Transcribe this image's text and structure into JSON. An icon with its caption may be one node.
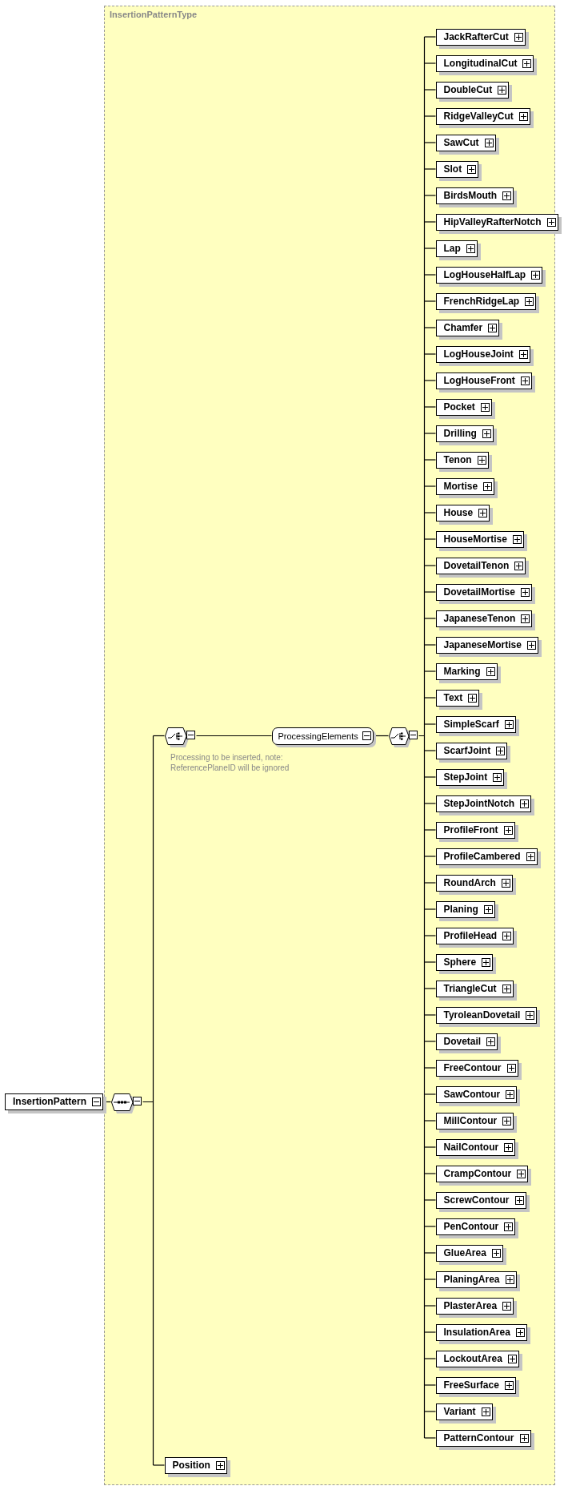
{
  "diagram": {
    "nodes": [
      {
        "text": [
          "InsertionPattern"
        ]
      },
      {
        "text": [
          "InsertionPatternType"
        ]
      },
      {
        "text": [],
        "shape": "octagon",
        "in": 1
      },
      {
        "text": [],
        "shape": "octagon",
        "in": 1,
        "beside": [
          "Processing to be inserted, note: ReferencePlaneID will be ignored"
        ]
      },
      {
        "text": [
          "ProcessingElements"
        ],
        "in": 1
      },
      {
        "text": [],
        "shape": "octagon",
        "in": 1
      },
      {
        "text": [
          "JackRafterCut"
        ],
        "in": 1
      },
      {
        "text": [
          "LongitudinalCut"
        ],
        "in": 1
      },
      {
        "text": [
          "DoubleCut"
        ],
        "in": 1
      },
      {
        "text": [
          "RidgeValleyCut"
        ],
        "in": 1
      },
      {
        "text": [
          "SawCut"
        ],
        "in": 1
      },
      {
        "text": [
          "Slot"
        ],
        "in": 1
      },
      {
        "text": [
          "BirdsMouth"
        ],
        "in": 1
      },
      {
        "text": [
          "HipValleyRafterNotch"
        ],
        "in": 1
      },
      {
        "text": [
          "Lap"
        ],
        "in": 1
      },
      {
        "text": [
          "LogHouseHalfLap"
        ],
        "in": 1
      },
      {
        "text": [
          "FrenchRidgeLap"
        ],
        "in": 1
      },
      {
        "text": [
          "Chamfer"
        ],
        "in": 1
      },
      {
        "text": [
          "LogHouseJoint"
        ],
        "in": 1
      },
      {
        "text": [
          "LogHouseFront"
        ],
        "in": 1
      },
      {
        "text": [
          "Pocket"
        ],
        "in": 1
      },
      {
        "text": [
          "Drilling"
        ],
        "in": 1
      },
      {
        "text": [
          "Tenon"
        ],
        "in": 1
      },
      {
        "text": [
          "Mortise"
        ],
        "in": 1
      },
      {
        "text": [
          "House"
        ],
        "in": 1
      },
      {
        "text": [
          "HouseMortise"
        ],
        "in": 1
      },
      {
        "text": [
          "DovetailTenon"
        ],
        "in": 1
      },
      {
        "text": [
          "DovetailMortise"
        ],
        "in": 1
      },
      {
        "text": [
          "JapaneseTenon"
        ],
        "in": 1
      },
      {
        "text": [
          "JapaneseMortise"
        ],
        "in": 1
      },
      {
        "text": [
          "Marking"
        ],
        "in": 1
      },
      {
        "text": [
          "Text"
        ],
        "in": 1
      },
      {
        "text": [
          "SimpleScarf"
        ],
        "in": 1
      },
      {
        "text": [
          "ScarfJoint"
        ],
        "in": 1
      },
      {
        "text": [
          "StepJoint"
        ],
        "in": 1
      },
      {
        "text": [
          "StepJointNotch"
        ],
        "in": 1
      },
      {
        "text": [
          "ProfileFront"
        ],
        "in": 1
      },
      {
        "text": [
          "ProfileCambered"
        ],
        "in": 1
      },
      {
        "text": [
          "RoundArch"
        ],
        "in": 1
      },
      {
        "text": [
          "Planing"
        ],
        "in": 1
      },
      {
        "text": [
          "ProfileHead"
        ],
        "in": 1
      },
      {
        "text": [
          "Sphere"
        ],
        "in": 1
      },
      {
        "text": [
          "TriangleCut"
        ],
        "in": 1
      },
      {
        "text": [
          "TyroleanDovetail"
        ],
        "in": 1
      },
      {
        "text": [
          "Dovetail"
        ],
        "in": 1
      },
      {
        "text": [
          "FreeContour"
        ],
        "in": 1
      },
      {
        "text": [
          "SawContour"
        ],
        "in": 1
      },
      {
        "text": [
          "MillContour"
        ],
        "in": 1
      },
      {
        "text": [
          "NailContour"
        ],
        "in": 1
      },
      {
        "text": [
          "CrampContour"
        ],
        "in": 1
      },
      {
        "text": [
          "ScrewContour"
        ],
        "in": 1
      },
      {
        "text": [
          "PenContour"
        ],
        "in": 1
      },
      {
        "text": [
          "GlueArea"
        ],
        "in": 1
      },
      {
        "text": [
          "PlaningArea"
        ],
        "in": 1
      },
      {
        "text": [
          "PlasterArea"
        ],
        "in": 1
      },
      {
        "text": [
          "InsulationArea"
        ],
        "in": 1
      },
      {
        "text": [
          "LockoutArea"
        ],
        "in": 1
      },
      {
        "text": [
          "FreeSurface"
        ],
        "in": 1
      },
      {
        "text": [
          "Variant"
        ],
        "in": 1
      },
      {
        "text": [
          "PatternContour"
        ],
        "in": 1
      },
      {
        "text": [
          "Position"
        ],
        "in": 1
      }
    ],
    "edges": [
      {
        "from": 0,
        "to": 2,
        "arrow": "none"
      },
      {
        "from": 2,
        "to": 3,
        "arrow": "none"
      },
      {
        "from": 2,
        "to": 60,
        "arrow": "none"
      },
      {
        "from": 3,
        "to": 4,
        "arrow": "none"
      },
      {
        "from": 4,
        "to": 5,
        "arrow": "none"
      },
      {
        "from": 5,
        "to": 6,
        "arrow": "none"
      },
      {
        "from": 5,
        "to": 7,
        "arrow": "none"
      },
      {
        "from": 5,
        "to": 8,
        "arrow": "none"
      },
      {
        "from": 5,
        "to": 9,
        "arrow": "none"
      },
      {
        "from": 5,
        "to": 10,
        "arrow": "none"
      },
      {
        "from": 5,
        "to": 11,
        "arrow": "none"
      },
      {
        "from": 5,
        "to": 12,
        "arrow": "none"
      },
      {
        "from": 5,
        "to": 13,
        "arrow": "none"
      },
      {
        "from": 5,
        "to": 14,
        "arrow": "none"
      },
      {
        "from": 5,
        "to": 15,
        "arrow": "none"
      },
      {
        "from": 5,
        "to": 16,
        "arrow": "none"
      },
      {
        "from": 5,
        "to": 17,
        "arrow": "none"
      },
      {
        "from": 5,
        "to": 18,
        "arrow": "none"
      },
      {
        "from": 5,
        "to": 19,
        "arrow": "none"
      },
      {
        "from": 5,
        "to": 20,
        "arrow": "none"
      },
      {
        "from": 5,
        "to": 21,
        "arrow": "none"
      },
      {
        "from": 5,
        "to": 22,
        "arrow": "none"
      },
      {
        "from": 5,
        "to": 23,
        "arrow": "none"
      },
      {
        "from": 5,
        "to": 24,
        "arrow": "none"
      },
      {
        "from": 5,
        "to": 25,
        "arrow": "none"
      },
      {
        "from": 5,
        "to": 26,
        "arrow": "none"
      },
      {
        "from": 5,
        "to": 27,
        "arrow": "none"
      },
      {
        "from": 5,
        "to": 28,
        "arrow": "none"
      },
      {
        "from": 5,
        "to": 29,
        "arrow": "none"
      },
      {
        "from": 5,
        "to": 30,
        "arrow": "none"
      },
      {
        "from": 5,
        "to": 31,
        "arrow": "none"
      },
      {
        "from": 5,
        "to": 32,
        "arrow": "none"
      },
      {
        "from": 5,
        "to": 33,
        "arrow": "none"
      },
      {
        "from": 5,
        "to": 34,
        "arrow": "none"
      },
      {
        "from": 5,
        "to": 35,
        "arrow": "none"
      },
      {
        "from": 5,
        "to": 36,
        "arrow": "none"
      },
      {
        "from": 5,
        "to": 37,
        "arrow": "none"
      },
      {
        "from": 5,
        "to": 38,
        "arrow": "none"
      },
      {
        "from": 5,
        "to": 39,
        "arrow": "none"
      },
      {
        "from": 5,
        "to": 40,
        "arrow": "none"
      },
      {
        "from": 5,
        "to": 41,
        "arrow": "none"
      },
      {
        "from": 5,
        "to": 42,
        "arrow": "none"
      },
      {
        "from": 5,
        "to": 43,
        "arrow": "none"
      },
      {
        "from": 5,
        "to": 44,
        "arrow": "none"
      },
      {
        "from": 5,
        "to": 45,
        "arrow": "none"
      },
      {
        "from": 5,
        "to": 46,
        "arrow": "none"
      },
      {
        "from": 5,
        "to": 47,
        "arrow": "none"
      },
      {
        "from": 5,
        "to": 48,
        "arrow": "none"
      },
      {
        "from": 5,
        "to": 49,
        "arrow": "none"
      },
      {
        "from": 5,
        "to": 50,
        "arrow": "none"
      },
      {
        "from": 5,
        "to": 51,
        "arrow": "none"
      },
      {
        "from": 5,
        "to": 52,
        "arrow": "none"
      },
      {
        "from": 5,
        "to": 53,
        "arrow": "none"
      },
      {
        "from": 5,
        "to": 54,
        "arrow": "none"
      },
      {
        "from": 5,
        "to": 55,
        "arrow": "none"
      },
      {
        "from": 5,
        "to": 56,
        "arrow": "none"
      },
      {
        "from": 5,
        "to": 57,
        "arrow": "none"
      },
      {
        "from": 5,
        "to": 58,
        "arrow": "none"
      },
      {
        "from": 5,
        "to": 59,
        "arrow": "none"
      }
    ]
  }
}
